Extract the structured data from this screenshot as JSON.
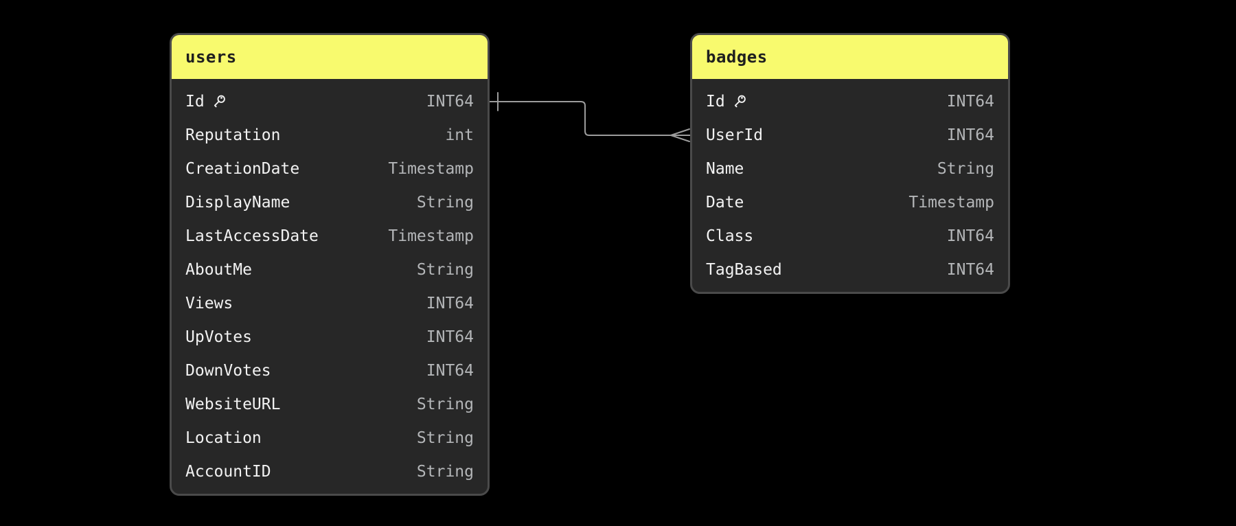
{
  "diagram": {
    "background_color": "#000000",
    "header_color": "#f8fa6e",
    "header_text_color": "#1f1f1f",
    "body_color": "#272727",
    "border_color": "#4a4a4a",
    "field_name_color": "#f2f2f2",
    "field_type_color": "#b4b6b8",
    "connector_color": "#9c9c9c",
    "key_icon": "primary-key"
  },
  "tables": [
    {
      "name": "users",
      "fields": [
        {
          "name": "Id",
          "type": "INT64",
          "primary_key": true
        },
        {
          "name": "Reputation",
          "type": "int",
          "primary_key": false
        },
        {
          "name": "CreationDate",
          "type": "Timestamp",
          "primary_key": false
        },
        {
          "name": "DisplayName",
          "type": "String",
          "primary_key": false
        },
        {
          "name": "LastAccessDate",
          "type": "Timestamp",
          "primary_key": false
        },
        {
          "name": "AboutMe",
          "type": "String",
          "primary_key": false
        },
        {
          "name": "Views",
          "type": "INT64",
          "primary_key": false
        },
        {
          "name": "UpVotes",
          "type": "INT64",
          "primary_key": false
        },
        {
          "name": "DownVotes",
          "type": "INT64",
          "primary_key": false
        },
        {
          "name": "WebsiteURL",
          "type": "String",
          "primary_key": false
        },
        {
          "name": "Location",
          "type": "String",
          "primary_key": false
        },
        {
          "name": "AccountID",
          "type": "String",
          "primary_key": false
        }
      ]
    },
    {
      "name": "badges",
      "fields": [
        {
          "name": "Id",
          "type": "INT64",
          "primary_key": true
        },
        {
          "name": "UserId",
          "type": "INT64",
          "primary_key": false
        },
        {
          "name": "Name",
          "type": "String",
          "primary_key": false
        },
        {
          "name": "Date",
          "type": "Timestamp",
          "primary_key": false
        },
        {
          "name": "Class",
          "type": "INT64",
          "primary_key": false
        },
        {
          "name": "TagBased",
          "type": "INT64",
          "primary_key": false
        }
      ]
    }
  ],
  "relationships": [
    {
      "from_table": "users",
      "from_field": "Id",
      "to_table": "badges",
      "to_field": "UserId",
      "from_cardinality": "one",
      "to_cardinality": "many"
    }
  ]
}
